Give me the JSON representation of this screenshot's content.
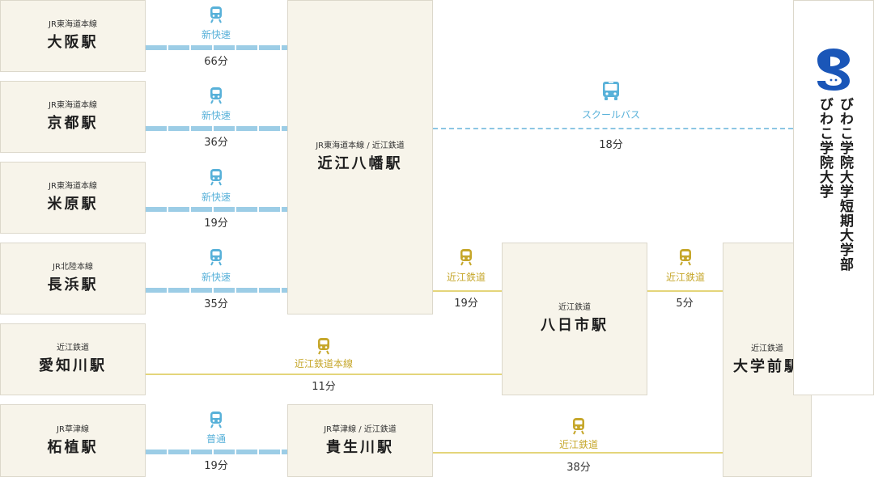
{
  "stations": {
    "osaka": {
      "line": "JR東海道本線",
      "name": "大阪駅"
    },
    "kyoto": {
      "line": "JR東海道本線",
      "name": "京都駅"
    },
    "maibara": {
      "line": "JR東海道本線",
      "name": "米原駅"
    },
    "nagahama": {
      "line": "JR北陸本線",
      "name": "長浜駅"
    },
    "echigawa": {
      "line": "近江鉄道",
      "name": "愛知川駅"
    },
    "tsuge": {
      "line": "JR草津線",
      "name": "柘植駅"
    },
    "omihachiman": {
      "line": "JR東海道本線 / 近江鉄道",
      "name": "近江八幡駅"
    },
    "kibukawa": {
      "line": "JR草津線 / 近江鉄道",
      "name": "貴生川駅"
    },
    "yokaichi": {
      "line": "近江鉄道",
      "name": "八日市駅"
    },
    "daigakumae": {
      "line": "近江鉄道",
      "name": "大学前駅"
    }
  },
  "university": {
    "name1": "びわこ学院大学短期大学部",
    "name2": "びわこ学院大学",
    "logo_icon": "university-logo-icon"
  },
  "routes": [
    {
      "service": "新快速",
      "time": "66分",
      "icon": "train-icon"
    },
    {
      "service": "新快速",
      "time": "36分",
      "icon": "train-icon"
    },
    {
      "service": "新快速",
      "time": "19分",
      "icon": "train-icon"
    },
    {
      "service": "新快速",
      "time": "35分",
      "icon": "train-icon"
    },
    {
      "service": "近江鉄道本線",
      "time": "11分",
      "icon": "train-icon"
    },
    {
      "service": "普通",
      "time": "19分",
      "icon": "train-icon"
    },
    {
      "service": "スクールバス",
      "time": "18分",
      "icon": "bus-icon"
    },
    {
      "service": "近江鉄道",
      "time": "19分",
      "icon": "train-icon"
    },
    {
      "service": "近江鉄道",
      "time": "5分",
      "icon": "train-icon"
    },
    {
      "service": "近江鉄道",
      "time": "38分",
      "icon": "train-icon"
    }
  ],
  "colors": {
    "jr": "#58b1d9",
    "ohmi": "#c6a72b",
    "box": "#f7f4ea",
    "logo": "#1a56b8"
  }
}
